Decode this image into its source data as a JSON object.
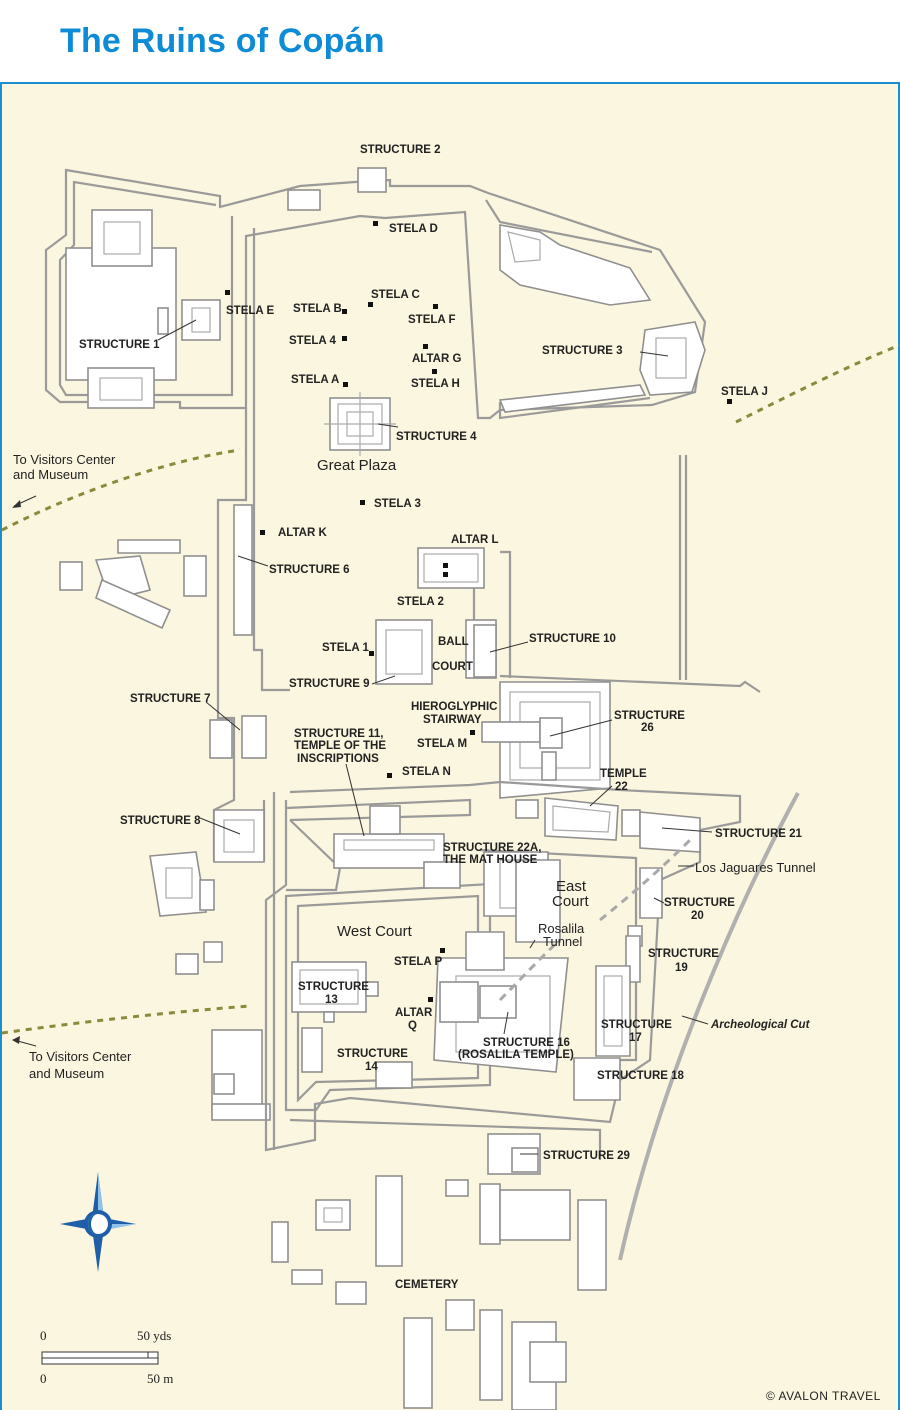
{
  "title": "The Ruins of Copán",
  "credit": "© AVALON TRAVEL",
  "colors": {
    "title": "#0d8bd6",
    "background": "#fbf6df",
    "border": "#1a8fcf",
    "trail": "#8a8a3c",
    "compass": "#1f5fa8"
  },
  "areas": {
    "great_plaza": "Great Plaza",
    "west_court": "West Court",
    "east_court_1": "East",
    "east_court_2": "Court",
    "rosalila_1": "Rosalila",
    "rosalila_2": "Tunnel"
  },
  "directions": {
    "visitors_top_1": "To Visitors Center",
    "visitors_top_2": "and Museum",
    "visitors_bottom_1": "To Visitors Center",
    "visitors_bottom_2": "and Museum"
  },
  "labels": {
    "structure_2": "STRUCTURE 2",
    "stela_d": "STELA D",
    "stela_e": "STELA E",
    "structure_1": "STRUCTURE 1",
    "stela_b": "STELA B",
    "stela_c": "STELA C",
    "stela_f": "STELA F",
    "stela_4": "STELA 4",
    "altar_g": "ALTAR G",
    "stela_a": "STELA A",
    "stela_h": "STELA H",
    "structure_3": "STRUCTURE 3",
    "stela_j": "STELA J",
    "structure_4": "STRUCTURE 4",
    "stela_3": "STELA 3",
    "altar_k": "ALTAR K",
    "altar_l": "ALTAR L",
    "structure_6": "STRUCTURE 6",
    "stela_2": "STELA 2",
    "structure_10": "STRUCTURE 10",
    "ball": "BALL",
    "court": "COURT",
    "stela_1": "STELA 1",
    "structure_9": "STRUCTURE 9",
    "structure_7": "STRUCTURE 7",
    "hieroglyphic_1": "HIEROGLYPHIC",
    "hieroglyphic_2": "STAIRWAY",
    "structure_26_1": "STRUCTURE",
    "structure_26_2": "26",
    "structure_11_1": "STRUCTURE 11,",
    "structure_11_2": "TEMPLE OF THE",
    "structure_11_3": "INSCRIPTIONS",
    "stela_m": "STELA M",
    "stela_n": "STELA N",
    "temple_22_1": "TEMPLE",
    "temple_22_2": "22",
    "structure_8": "STRUCTURE 8",
    "structure_21": "STRUCTURE 21",
    "structure_22a_1": "STRUCTURE 22A,",
    "structure_22a_2": "THE MAT HOUSE",
    "los_jaguares": "Los Jaguares Tunnel",
    "structure_20_1": "STRUCTURE",
    "structure_20_2": "20",
    "structure_19_1": "STRUCTURE",
    "structure_19_2": "19",
    "stela_p": "STELA P",
    "structure_13_1": "STRUCTURE",
    "structure_13_2": "13",
    "altar_q_1": "ALTAR",
    "altar_q_2": "Q",
    "structure_17_1": "STRUCTURE",
    "structure_17_2": "17",
    "archeological_cut": "Archeological Cut",
    "structure_14_1": "STRUCTURE",
    "structure_14_2": "14",
    "structure_16_1": "STRUCTURE 16",
    "structure_16_2": "(ROSALILA TEMPLE)",
    "structure_18": "STRUCTURE 18",
    "structure_29": "STRUCTURE 29",
    "cemetery": "CEMETERY"
  },
  "scale": {
    "zero_top": "0",
    "yds": "50 yds",
    "zero_bottom": "0",
    "m": "50 m"
  }
}
